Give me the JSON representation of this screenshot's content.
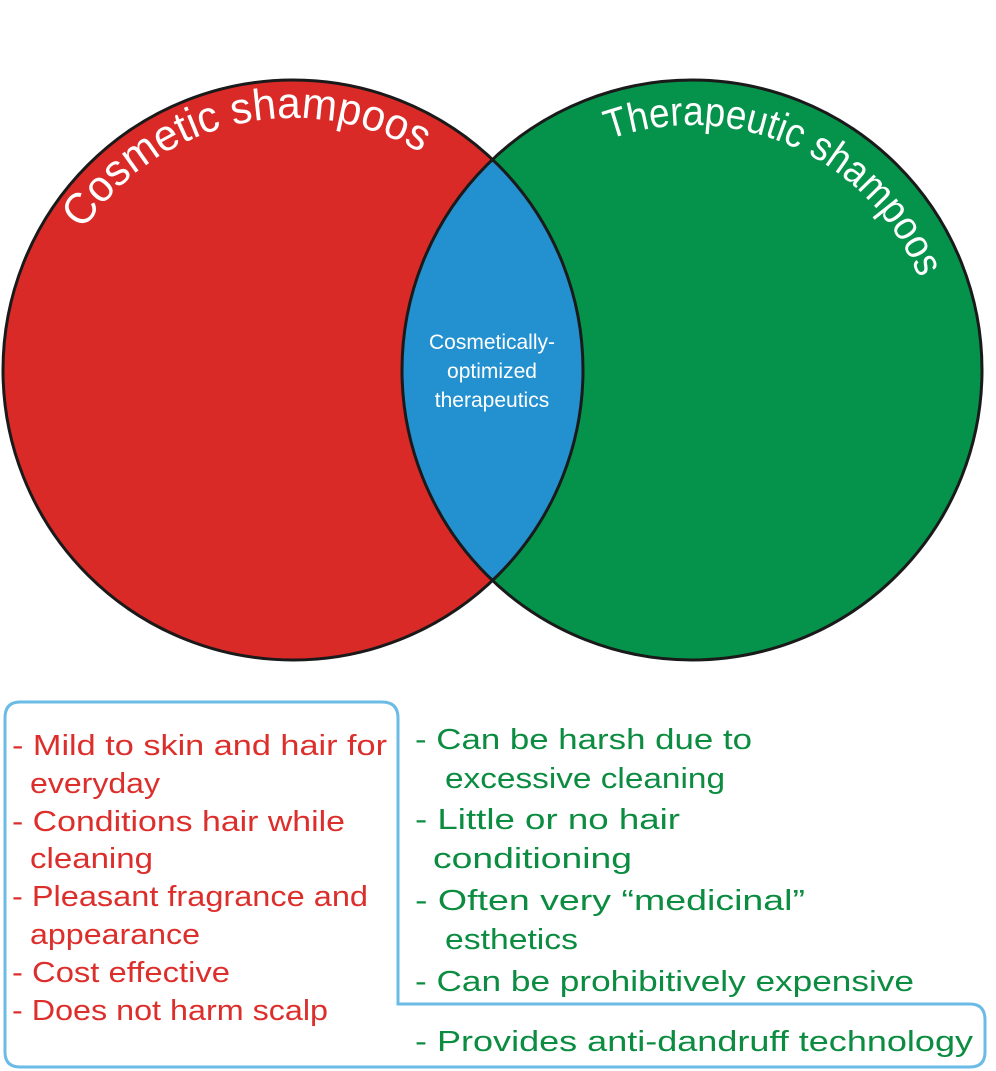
{
  "colors": {
    "cosmetic": "#d92a27",
    "therapeutic": "#05924a",
    "overlap": "#2390d0",
    "outline": "#1a1a1a",
    "box_border": "#6bbbe6",
    "cosmetic_text": "#dc2f2c",
    "therapeutic_text": "#0b8c40"
  },
  "venn": {
    "left_label": "Cosmetic shampoos",
    "right_label": "Therapeutic shampoos",
    "overlap_label": [
      "Cosmetically-",
      "optimized",
      "therapeutics"
    ]
  },
  "cosmetic_lines": [
    "- Mild to skin and hair for",
    "everyday",
    "- Conditions hair while",
    "cleaning",
    "- Pleasant fragrance and",
    "appearance",
    "- Cost effective",
    "- Does not harm scalp"
  ],
  "therapeutic_lines": [
    "- Can be harsh due to",
    "excessive cleaning",
    "- Little or no hair",
    "conditioning",
    "- Often very “medicinal”",
    "esthetics",
    "- Can be prohibitively expensive"
  ],
  "shared_line": "- Provides anti-dandruff technology"
}
